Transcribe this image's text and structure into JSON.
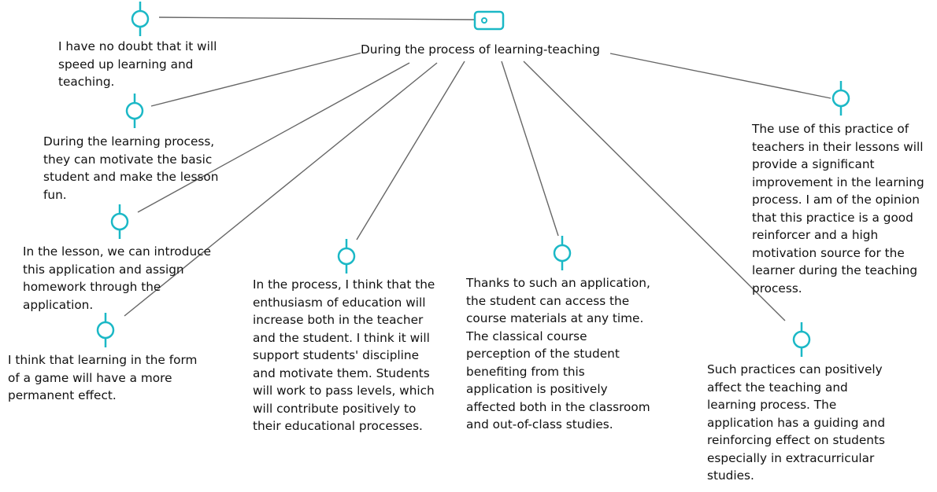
{
  "center": {
    "label": "During the process of learning-teaching"
  },
  "nodes": [
    {
      "text": "I have no doubt that it will\nspeed up learning and\nteaching."
    },
    {
      "text": "During the learning process,\nthey can motivate the basic\nstudent and make the lesson\nfun."
    },
    {
      "text": "In the lesson, we can introduce\nthis application and assign\nhomework through the\napplication."
    },
    {
      "text": "I think that learning in the form\nof a game will have a more\npermanent effect."
    },
    {
      "text": "In the process, I think that the\nenthusiasm of education will\nincrease both in the teacher\nand the student. I think it will\nsupport students' discipline\nand motivate them. Students\nwill work to pass levels, which\nwill contribute positively to\ntheir educational processes."
    },
    {
      "text": "Thanks to such an application,\nthe student can access the\ncourse materials at any time.\nThe classical course\nperception of the student\nbenefiting from this\napplication is positively\naffected both in the classroom\nand out-of-class studies."
    },
    {
      "text": " The use of this practice of\nteachers in their lessons will\nprovide a significant\nimprovement in the learning\nprocess. I am of the opinion\nthat this practice is a good\nreinforcer and a high\nmotivation source for the\nlearner during the teaching\nprocess."
    },
    {
      "text": "Such practices can positively\naffect the teaching and\nlearning process. The\napplication has a guiding and\nreinforcing effect on students\nespecially in extracurricular\nstudies."
    }
  ],
  "colors": {
    "accent": "#1bb8c6",
    "connector": "#666666",
    "text": "#111111"
  }
}
